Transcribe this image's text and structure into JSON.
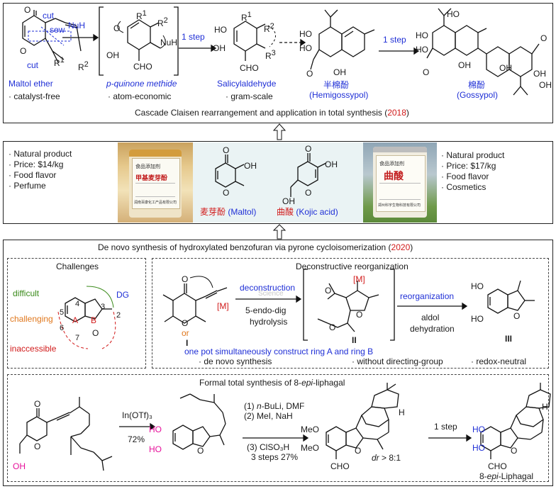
{
  "section1": {
    "maltol_ether": "Maltol ether",
    "catalyst_free": "· catalyst-free",
    "cut_top": "cut",
    "sew": "sew",
    "cut_bottom": "cut",
    "nuh": "NuH",
    "quinone": "p-quinone methide",
    "atom_economic": "· atom-economic",
    "one_step_1": "1 step",
    "salicylaldehyde": "Salicylaldehyde",
    "gram_scale": "· gram-scale",
    "hemigossypol_cn": "半棉酚",
    "hemigossypol": "(Hemigossypol)",
    "one_step_2": "1 step",
    "gossypol_cn": "棉酚",
    "gossypol": "(Gossypol)",
    "caption": "Cascade Claisen rearrangement and application in total synthesis (",
    "caption_year": "2018",
    "caption_end": ")",
    "labels": {
      "r1": "R",
      "r1s": "1",
      "r2": "R",
      "r2s": "2",
      "r3s": "3",
      "oh": "OH",
      "ho": "HO",
      "cho": "CHO",
      "nuh2": "NuH",
      "o": "O"
    }
  },
  "section2": {
    "left_list": [
      "· Natural product",
      "· Price: $14/kg",
      "· Food flavor",
      "· Perfume"
    ],
    "right_list": [
      "· Natural product",
      "· Price: $17/kg",
      "· Food flavor",
      "· Cosmetics"
    ],
    "maltol_label": "麦芽酚 (Maltol)",
    "kojic_label": "曲酸 (Kojic acid)",
    "can1_top": "食品添加剂",
    "can1_name": "甲基麦芽酚",
    "can1_company": "润南百康化工产品有限公司",
    "can2_top": "食品添加剂",
    "can2_name": "曲酸",
    "can2_company": "郑州科宇生物科技有限公司"
  },
  "section3": {
    "caption": "De novo synthesis of hydroxylated benzofuran via pyrone cycloisomerization (",
    "caption_year": "2020",
    "caption_end": ")",
    "challenges_title": "Challenges",
    "difficult": "difficult",
    "challenging": "challenging",
    "inaccessible": "inaccessible",
    "dg": "DG",
    "ring_a": "A",
    "ring_b": "B",
    "positions": [
      "5",
      "4",
      "3",
      "2",
      "6",
      "7"
    ],
    "deconstructive_title": "Deconstructive reorganization",
    "deconstruction": "deconstruction",
    "endo_dig": "5-endo-dig",
    "hydrolysis": "hydrolysis",
    "reorganization": "reorganization",
    "aldol": "aldol",
    "dehydration": "dehydration",
    "metal": "[M]",
    "or": "or",
    "roman_1": "I",
    "roman_2": "II",
    "roman_3": "III",
    "one_pot": "one pot simultaneously construct ring A and ring B",
    "de_novo": "· de novo synthesis",
    "no_dg": "· without directing-group",
    "redox": "· redox-neutral",
    "watermark": "Science"
  },
  "section4": {
    "title": "Formal total synthesis of 8-epi-liphagal",
    "reagent1": "In(OTf)₃",
    "yield1": "72%",
    "step1": "(1) n-BuLi, DMF",
    "step2": "(2) MeI, NaH",
    "step3": "(3) ClSO₃H",
    "steps_yield": "3 steps 27%",
    "dr": "dr > 8:1",
    "one_step": "1 step",
    "product": "8-epi-Liphagal",
    "labels": {
      "oh": "OH",
      "ho": "HO",
      "meo": "MeO",
      "cho": "CHO",
      "h": "H",
      "o": "O"
    }
  },
  "colors": {
    "blue": "#1f2fd6",
    "red": "#d11a1a",
    "pink": "#e6109a",
    "green": "#3a8a1a",
    "orange": "#e0781e",
    "panel_bg": "#eaf3f4"
  }
}
